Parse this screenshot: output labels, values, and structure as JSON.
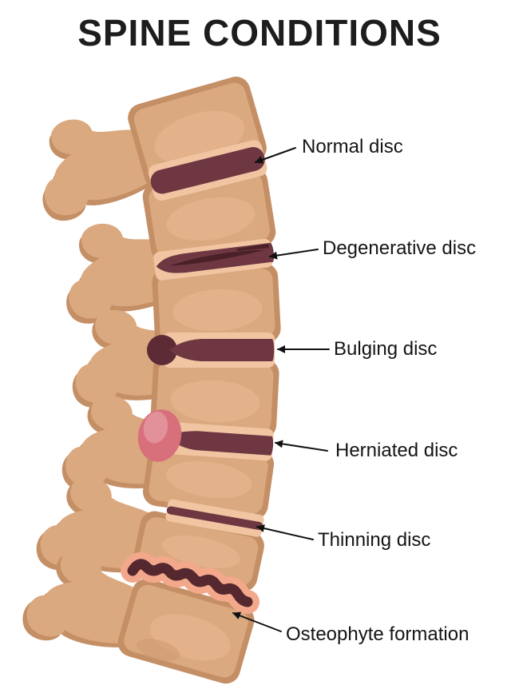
{
  "title": "SPINE CONDITIONS",
  "labels": [
    {
      "id": "normal-disc",
      "text": "Normal disc"
    },
    {
      "id": "degenerative-disc",
      "text": "Degenerative disc"
    },
    {
      "id": "bulging-disc",
      "text": "Bulging disc"
    },
    {
      "id": "herniated-disc",
      "text": "Herniated disc"
    },
    {
      "id": "thinning-disc",
      "text": "Thinning disc"
    },
    {
      "id": "osteophyte-formation",
      "text": "Osteophyte formation"
    }
  ],
  "illustration": {
    "name": "spine-lateral-view",
    "vertebra_count": 7,
    "disc_count": 6
  },
  "colors": {
    "background": "#ffffff",
    "title_text": "#1d1d1d",
    "label_text": "#151515",
    "bone": "#dba97f",
    "bone_shade": "#c58f66",
    "bone_highlight": "#e3b28a",
    "endplate_pink": "#f2c5a2",
    "disc_maroon": "#6e3741",
    "disc_dark": "#55272f",
    "hernia_bulge": "#d7707b",
    "hernia_highlight": "#e29099",
    "osteophyte_salmon": "#f3a88b",
    "leader_line": "#111111"
  }
}
